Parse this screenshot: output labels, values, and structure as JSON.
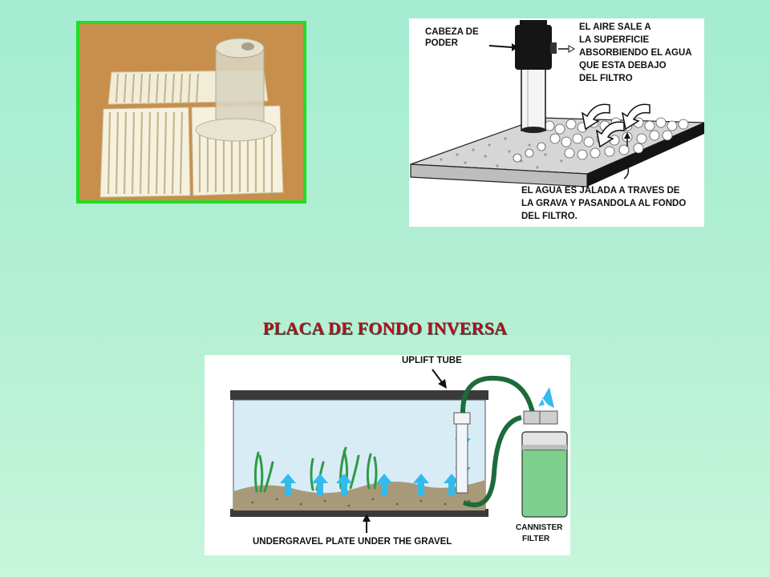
{
  "photo": {
    "icon": "undergravel-filter-plates-photo",
    "border_color": "#22dd22"
  },
  "top_diagram": {
    "label_power_head_line1": "CABEZA DE",
    "label_power_head_line2": "PODER",
    "label_air_line1": "EL AIRE SALE A",
    "label_air_line2": "LA SUPERFICIE",
    "label_air_line3": "ABSORBIENDO EL AGUA",
    "label_air_line4": "QUE ESTA DEBAJO",
    "label_air_line5": "DEL FILTRO",
    "label_water_line1": "EL AGUA ES JALADA A TRAVES DE",
    "label_water_line2": "LA GRAVA Y PASANDOLA AL FONDO",
    "label_water_line3": "DEL FILTRO."
  },
  "section_title": "PLACA DE FONDO INVERSA",
  "bottom_diagram": {
    "label_uplift": "UPLIFT TUBE",
    "label_plate": "UNDERGRAVEL PLATE UNDER THE GRAVEL",
    "label_canister_line1": "CANNISTER",
    "label_canister_line2": "FILTER",
    "water_arrow_color": "#33bbee",
    "canister_color": "#7fcf8e",
    "hose_color": "#1d6b3a"
  }
}
